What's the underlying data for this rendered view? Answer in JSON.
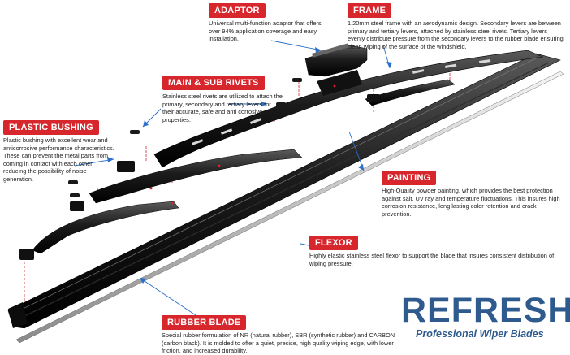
{
  "components": [
    {
      "key": "adaptor",
      "title": "ADAPTOR",
      "description": "Universal multi-function adaptor that offers over 94% application coverage and easy installation."
    },
    {
      "key": "frame",
      "title": "FRAME",
      "description": "1.20mm steel frame with an aerodynamic design. Secondary levers are between primary and tertiary levers, attached by stainless steel rivets. Tertiary levers evenly distribute pressure from the secondary levers to the rubber blade ensuring clean wiping of the surface of  the windshield."
    },
    {
      "key": "rivets",
      "title": "MAIN & SUB RIVETS",
      "description": "Stainless steel rivets are utilized to attach the primary, secondary and tertiary levers for their accurate, safe and anti corrosive properties."
    },
    {
      "key": "bushing",
      "title": "PLASTIC BUSHING",
      "description": "Plastic bushing with excellent wear and anticorrosive performance characteristics. These can prevent the metal parts from coming in contact with each other reducing the possibility of noise generation."
    },
    {
      "key": "painting",
      "title": "PAINTING",
      "description": "High-Quality powder painting, which provides the best protection against salt, UV ray and temperature fluctuations. This insures high corrosion resistance, long lasting color retention and crack prevention."
    },
    {
      "key": "flexor",
      "title": "FLEXOR",
      "description": "Highly elastic stainless steel flexor to support the blade that insures consistent distribution of wiping pressure."
    },
    {
      "key": "rubber",
      "title": "RUBBER BLADE",
      "description": "Special rubber formulation of NR (natural rubber), SBR (synthetic rubber) and CARBON (carbon black). It is molded to offer a quiet, precise, high quality wiping edge, with lower friction, and increased durability."
    }
  ],
  "brand": {
    "name": "REFRESH",
    "tagline": "Professional Wiper Blades"
  },
  "colors": {
    "tag": "#d7262c",
    "brand": "#2e5a8e",
    "leader": "#2a6fc9",
    "part": "#1b1b1b"
  }
}
